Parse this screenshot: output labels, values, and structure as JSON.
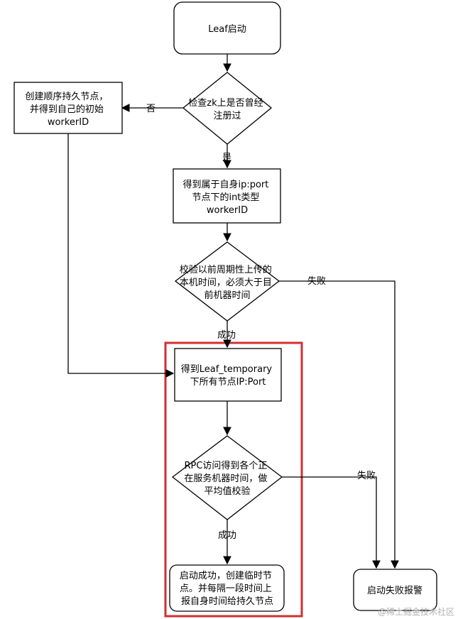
{
  "nodes": {
    "start": [
      "Leaf启动"
    ],
    "check_registered": [
      "检查zk上是否曾经",
      "注册过"
    ],
    "create_node": [
      "创建顺序持久节点，",
      "并得到自己的初始",
      "workerID"
    ],
    "get_worker": [
      "得到属于自身ip:port",
      "节点下的int类型",
      "workerID"
    ],
    "check_time": [
      "校验以前周期性上传的",
      "本机时间，必须大于目",
      "前机器时间"
    ],
    "get_nodes": [
      "得到Leaf_temporary",
      "下所有节点IP:Port"
    ],
    "rpc_check": [
      "RPC访问得到各个正",
      "在服务机器时间，做",
      "平均值校验"
    ],
    "start_success": [
      "启动成功，创建临时节",
      "点。并每隔一段时间上",
      "报自身时间给持久节点"
    ],
    "start_fail": [
      "启动失败报警"
    ]
  },
  "edges": {
    "no": "否",
    "yes": "是",
    "success1": "成功",
    "fail1": "失败",
    "fail2": "失败",
    "success2": "成功"
  },
  "watermark": "@稀土掘金技术社区",
  "colors": {
    "highlight": "#d32f2f",
    "stroke": "#000000"
  }
}
